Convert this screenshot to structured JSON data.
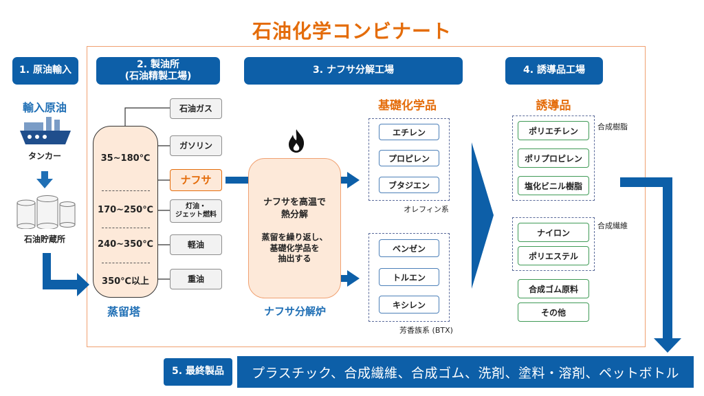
{
  "title": "石油化学コンビナート",
  "sections": {
    "s1": "1. 原油輸入",
    "s2_line1": "2. 製油所",
    "s2_line2": "(石油精製工場)",
    "s3": "3. ナフサ分解工場",
    "s4": "4. 誘導品工場",
    "s5": "5. 最終製品"
  },
  "import": {
    "crude_label": "輸入原油",
    "tanker_label": "タンカー",
    "storage_label": "石油貯蔵所"
  },
  "refinery": {
    "tower_label": "蒸留塔",
    "temps": [
      "35~180℃",
      "170~250℃",
      "240~350℃",
      "350℃以上"
    ],
    "products": [
      "石油ガス",
      "ガソリン",
      "ナフサ",
      "灯油・\nジェット燃料",
      "軽油",
      "重油"
    ]
  },
  "cracker": {
    "text1": "ナフサを高温で\n熱分解",
    "text2": "蒸留を繰り返し、\n基礎化学品を\n抽出する",
    "furnace_label": "ナフサ分解炉"
  },
  "basic": {
    "heading": "基礎化学品",
    "olefins": [
      "エチレン",
      "プロピレン",
      "ブタジエン"
    ],
    "olefin_group": "オレフィン系",
    "aromatics": [
      "ベンゼン",
      "トルエン",
      "キシレン"
    ],
    "aromatic_group": "芳香族系 (BTX)"
  },
  "derivatives": {
    "heading": "誘導品",
    "resins": [
      "ポリエチレン",
      "ポリプロピレン",
      "塩化ビニル樹脂"
    ],
    "resin_group": "合成樹脂",
    "fibers": [
      "ナイロン",
      "ポリエステル"
    ],
    "fiber_group": "合成繊維",
    "others": [
      "合成ゴム原料",
      "その他"
    ]
  },
  "final_products": "プラスチック、合成繊維、合成ゴム、洗剤、塗料・溶剤、ペットボトル",
  "colors": {
    "blue": "#0d5fa8",
    "orange": "#e46c0a",
    "green": "#3e9a55",
    "peach": "#fde9d9"
  }
}
